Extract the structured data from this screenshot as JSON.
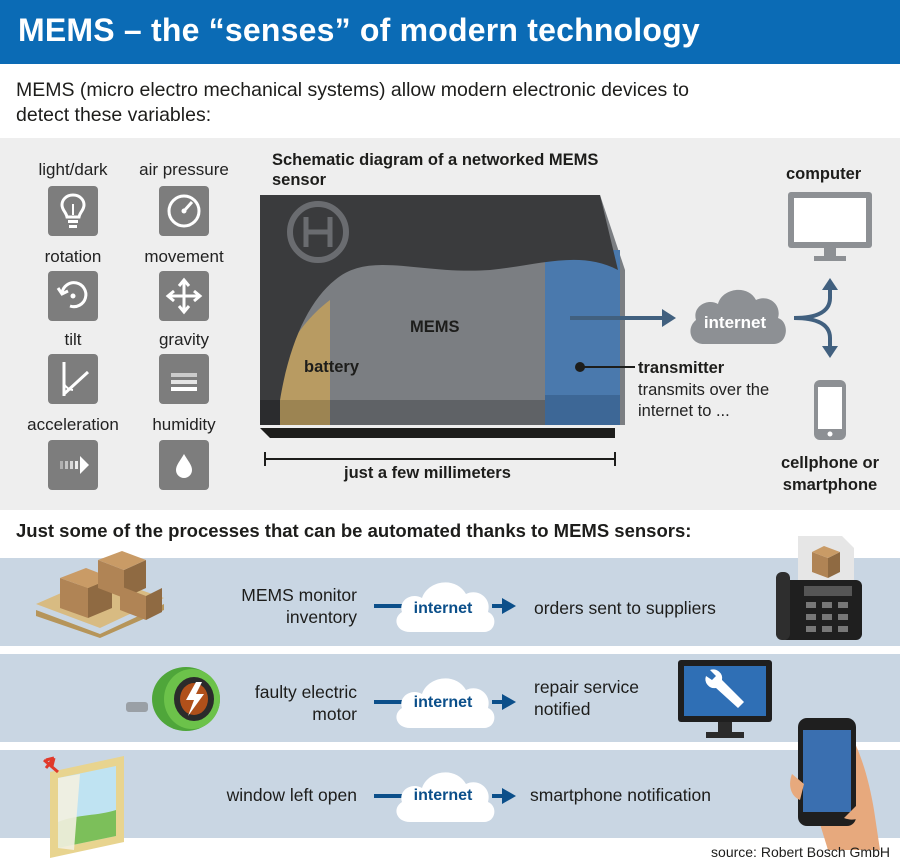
{
  "title": "MEMS – the “senses” of modern technology",
  "intro": "MEMS (micro electro mechanical systems) allow modern electronic devices to detect these variables:",
  "sensors": [
    {
      "label": "light/dark",
      "icon": "lightbulb-icon"
    },
    {
      "label": "air pressure",
      "icon": "gauge-icon"
    },
    {
      "label": "rotation",
      "icon": "rotation-icon"
    },
    {
      "label": "movement",
      "icon": "move-arrows-icon"
    },
    {
      "label": "tilt",
      "icon": "tilt-icon"
    },
    {
      "label": "gravity",
      "icon": "gravity-icon"
    },
    {
      "label": "acceleration",
      "icon": "acceleration-icon"
    },
    {
      "label": "humidity",
      "icon": "water-drop-icon"
    }
  ],
  "schematic": {
    "title": "Schematic diagram of a networked MEMS sensor",
    "mems_label": "MEMS",
    "battery_label": "battery",
    "transmitter_label": "transmitter",
    "transmitter_desc": "transmits over the internet to ...",
    "size_label": "just a few millimeters",
    "internet_label": "internet",
    "computer_label": "computer",
    "phone_label": "cellphone or smartphone"
  },
  "processes_heading": "Just some of the processes that can be automated thanks to MEMS sensors:",
  "processes": [
    {
      "trigger": "MEMS monitor inventory",
      "internet": "internet",
      "result": "orders sent to suppliers"
    },
    {
      "trigger": "faulty electric motor",
      "internet": "internet",
      "result": "repair service notified"
    },
    {
      "trigger": "window left open",
      "internet": "internet",
      "result": "smartphone notification"
    }
  ],
  "source": "source: Robert Bosch GmbH",
  "colors": {
    "brand_blue": "#0b6bb5",
    "dark_blue": "#0b4f8a",
    "band": "#c9d6e3",
    "icon_gray": "#7d7d7d"
  }
}
